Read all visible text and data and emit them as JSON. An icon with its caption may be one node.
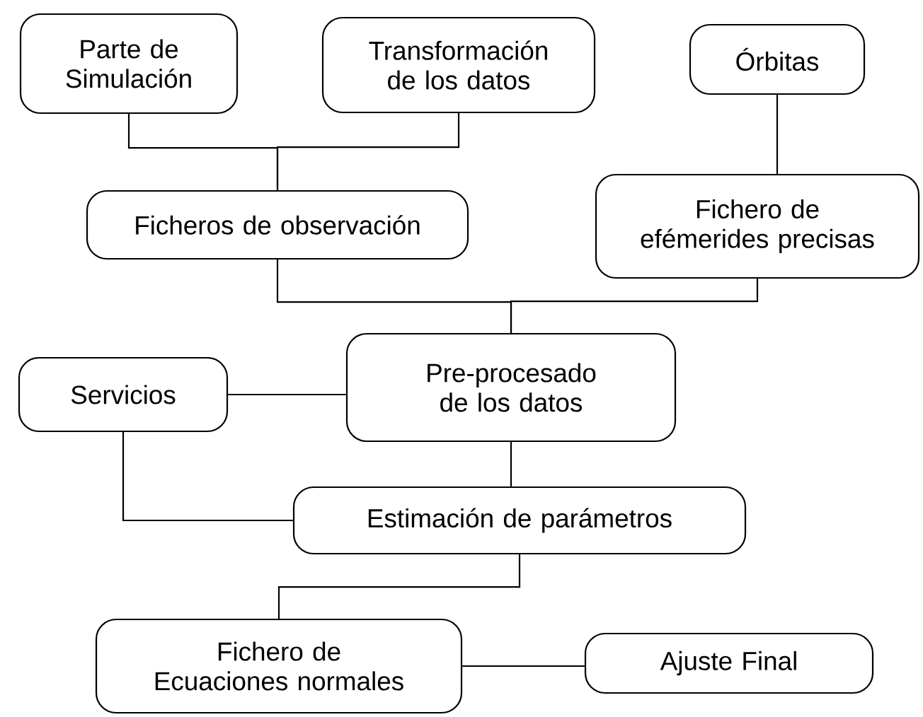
{
  "diagram": {
    "nodes": [
      {
        "text": [
          "Parte de Simulación"
        ]
      },
      {
        "text": [
          "Transformación de los datos"
        ]
      },
      {
        "text": [
          "Órbitas"
        ]
      },
      {
        "text": [
          "Ficheros de observación"
        ]
      },
      {
        "text": [
          "Fichero de efémerides precisas"
        ]
      },
      {
        "text": [
          "Servicios"
        ]
      },
      {
        "text": [
          "Pre-procesado de los datos"
        ]
      },
      {
        "text": [
          "Estimación de parámetros"
        ]
      },
      {
        "text": [
          "Fichero de Ecuaciones normales"
        ]
      },
      {
        "text": [
          "Ajuste Final"
        ]
      }
    ],
    "edges": [
      {
        "from": 0,
        "to": 3,
        "arrow": "none"
      },
      {
        "from": 1,
        "to": 3,
        "arrow": "none"
      },
      {
        "from": 2,
        "to": 4,
        "arrow": "none"
      },
      {
        "from": 3,
        "to": 6,
        "arrow": "none"
      },
      {
        "from": 4,
        "to": 6,
        "arrow": "none"
      },
      {
        "from": 5,
        "to": 6,
        "arrow": "none"
      },
      {
        "from": 5,
        "to": 7,
        "arrow": "none"
      },
      {
        "from": 6,
        "to": 7,
        "arrow": "none"
      },
      {
        "from": 7,
        "to": 8,
        "arrow": "none"
      },
      {
        "from": 8,
        "to": 9,
        "arrow": "none"
      }
    ]
  }
}
